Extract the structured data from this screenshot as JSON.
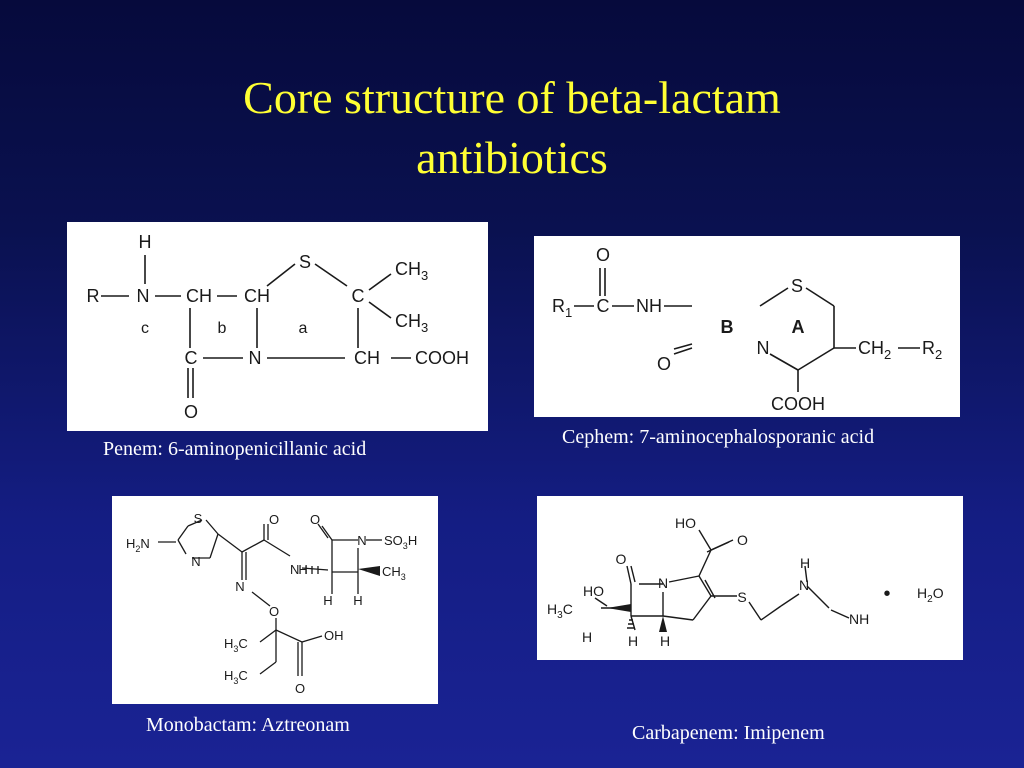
{
  "slide": {
    "title_line1": "Core structure of beta-lactam",
    "title_line2": "antibiotics"
  },
  "structures": [
    {
      "id": "penem",
      "caption": "Penem: 6-aminopenicillanic acid",
      "atoms": {
        "H": "H",
        "R": "R",
        "N1": "N",
        "CH_a": "CH",
        "CH_b": "CH",
        "S": "S",
        "C_q": "C",
        "CH3_top": "CH",
        "CH3_top_sub": "3",
        "CH3_bot": "CH",
        "CH3_bot_sub": "3",
        "C_carbonyl": "C",
        "N2": "N",
        "CH_c": "CH",
        "COOH": "COOH",
        "O": "O",
        "ring_c": "c",
        "ring_b": "b",
        "ring_a": "a"
      }
    },
    {
      "id": "cephem",
      "caption": "Cephem: 7-aminocephalosporanic acid",
      "atoms": {
        "O_top": "O",
        "R1": "R",
        "R1_sub": "1",
        "C": "C",
        "NH": "NH",
        "S": "S",
        "ring_B": "B",
        "ring_A": "A",
        "N": "N",
        "O_left": "O",
        "CH2": "CH",
        "CH2_sub": "2",
        "R2": "R",
        "R2_sub": "2",
        "COOH": "COOH"
      }
    },
    {
      "id": "monobactam",
      "caption": "Monobactam: Aztreonam",
      "atoms": {
        "S": "S",
        "H2N": "H",
        "H2N_sub": "2",
        "H2N_N": "N",
        "N_ring": "N",
        "O_top": "O",
        "O_ring": "O",
        "N_SO3H": "N",
        "SO3H_S": "SO",
        "SO3H_sub": "3",
        "SO3H_H": "H",
        "NH_N": "N",
        "NH_H": "H",
        "CH3": "CH",
        "CH3_sub": "3",
        "H_left": "H",
        "H_right": "H",
        "N_oxime": "N",
        "O_oxime": "O",
        "H3C_top": "H",
        "H3C_top_sub": "3",
        "H3C_top_C": "C",
        "OH": "OH",
        "H3C_bot": "H",
        "H3C_bot_sub": "3",
        "H3C_bot_C": "C",
        "O_bottom": "O"
      }
    },
    {
      "id": "carbapenem",
      "caption": "Carbapenem: Imipenem",
      "atoms": {
        "HO_top": "HO",
        "O_acid": "O",
        "O_lactam": "O",
        "N_ring": "N",
        "HO_left": "HO",
        "H3C": "H",
        "H3C_sub": "3",
        "H3C_C": "C",
        "H_stereo": "H",
        "H_a": "H",
        "H_b": "H",
        "S": "S",
        "NH_N": "N",
        "NH_H": "H",
        "NH_bottom": "NH",
        "dot": "•",
        "H2O_H": "H",
        "H2O_sub": "2",
        "H2O_O": "O"
      }
    }
  ]
}
